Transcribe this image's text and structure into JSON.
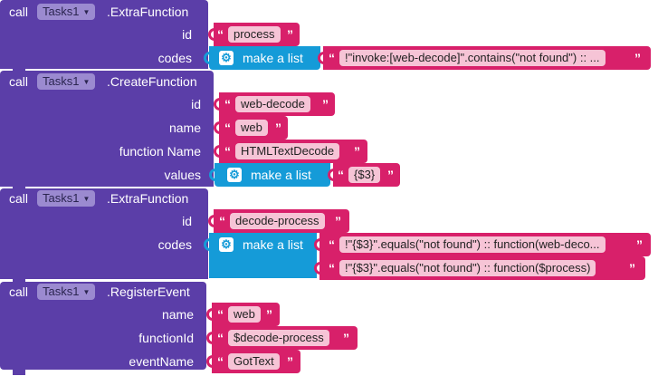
{
  "blocks": [
    {
      "call": "call",
      "component": "Tasks1",
      "method": ".ExtraFunction",
      "params": [
        {
          "label": "id",
          "value": "process"
        },
        {
          "label": "codes",
          "list_label": "make a list",
          "items": [
            "!\"invoke:[web-decode]\".contains(\"not found\") :: ..."
          ]
        }
      ]
    },
    {
      "call": "call",
      "component": "Tasks1",
      "method": ".CreateFunction",
      "params": [
        {
          "label": "id",
          "value": "web-decode"
        },
        {
          "label": "name",
          "value": "web"
        },
        {
          "label": "function Name",
          "value": "HTMLTextDecode"
        },
        {
          "label": "values",
          "list_label": "make a list",
          "items": [
            "{$3}"
          ]
        }
      ]
    },
    {
      "call": "call",
      "component": "Tasks1",
      "method": ".ExtraFunction",
      "params": [
        {
          "label": "id",
          "value": "decode-process"
        },
        {
          "label": "codes",
          "list_label": "make a list",
          "items": [
            "!\"{$3}\".equals(\"not found\") :: function(web-deco...",
            "!\"{$3}\".equals(\"not found\") :: function($process)"
          ]
        }
      ]
    },
    {
      "call": "call",
      "component": "Tasks1",
      "method": ".RegisterEvent",
      "params": [
        {
          "label": "name",
          "value": "web"
        },
        {
          "label": "functionId",
          "value": "$decode-process"
        },
        {
          "label": "eventName",
          "value": "GotText"
        }
      ]
    }
  ],
  "glyphs": {
    "open_quote": "“",
    "close_quote": "”",
    "dropdown": "▼",
    "gear": "⚙"
  },
  "colors": {
    "procedure": "#5b3ea8",
    "text": "#d8206a",
    "list": "#159bd8",
    "dropdown": "#9b8ad0"
  }
}
